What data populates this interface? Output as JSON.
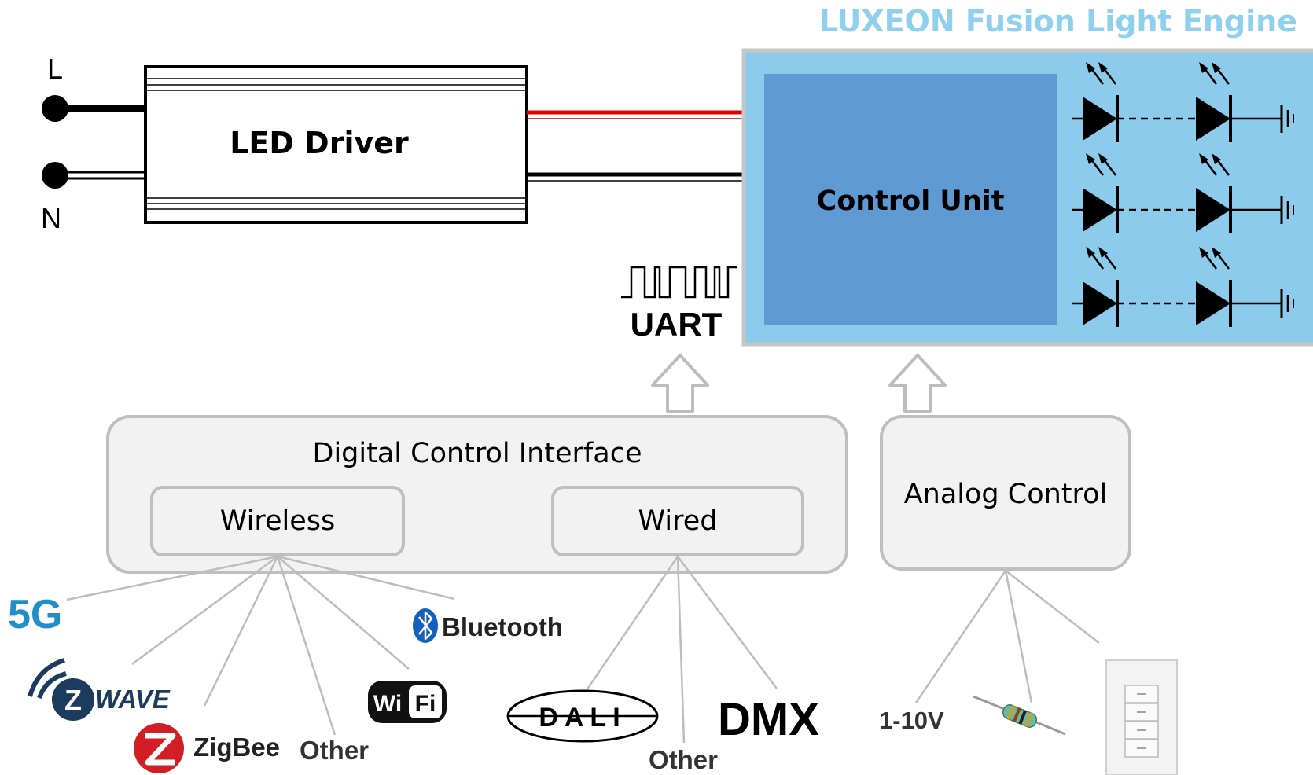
{
  "title": "LUXEON Fusion Light Engine",
  "colors": {
    "title": "#8fd0ee",
    "engine_bg": "#8ccbeb",
    "control_unit": "#5f9ad3",
    "wire_red": "#e00000",
    "box_fill": "#f2f2f2",
    "box_stroke": "#bfbfbf",
    "connector_line": "#bdbdbd",
    "five_g": "#1f8fc9",
    "zwave": "#1d3b5c",
    "zigbee": "#d21f26",
    "bluetooth": "#1560bd"
  },
  "mains": {
    "line_label": "L",
    "neutral_label": "N"
  },
  "driver": {
    "label": "LED Driver"
  },
  "engine": {
    "control_unit_label": "Control Unit"
  },
  "uart": {
    "label": "UART"
  },
  "interfaces": {
    "digital": {
      "label": "Digital Control Interface",
      "wireless_label": "Wireless",
      "wired_label": "Wired"
    },
    "analog": {
      "label": "Analog Control"
    }
  },
  "wireless_options": {
    "five_g": "5G",
    "zwave": "WAVE",
    "zwave_mark": "Z",
    "zigbee": "ZigBee",
    "other": "Other",
    "wifi_left": "Wi",
    "wifi_right": "Fi",
    "bluetooth": "Bluetooth"
  },
  "wired_options": {
    "dali": "DALI",
    "dmx": "DMX",
    "other": "Other"
  },
  "analog_options": {
    "one_to_ten_volt": "1-10V"
  },
  "icons": {
    "bluetooth": "bluetooth-icon",
    "zigbee": "zigbee-logo-icon",
    "zwave": "zwave-logo-icon",
    "led": "led-diode-icon",
    "resistor": "resistor-icon",
    "wall_panel": "wall-switch-panel-icon",
    "arrow": "up-arrow-icon",
    "signal": "square-wave-icon"
  }
}
